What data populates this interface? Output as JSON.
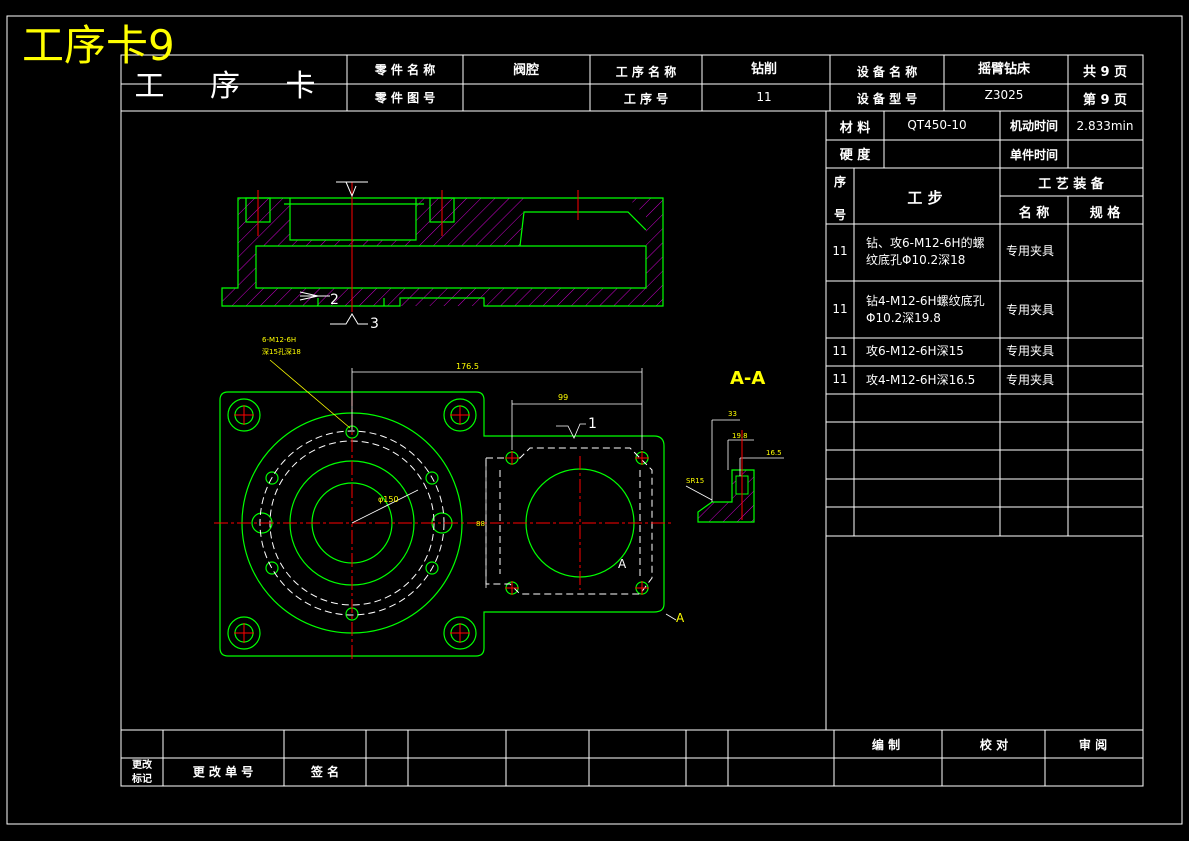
{
  "overlay_title": "工序卡9",
  "header": {
    "card_title": "工 序 卡",
    "part_name_label": "零 件 名 称",
    "part_name": "阀腔",
    "part_drawing_label": "零 件 图 号",
    "part_drawing": "",
    "process_name_label": "工 序 名 称",
    "process_name": "钻削",
    "process_no_label": "工    序    号",
    "process_no": "11",
    "equipment_name_label": "设 备 名 称",
    "equipment_name": "摇臂钻床",
    "equipment_model_label": "设 备 型 号",
    "equipment_model": "Z3025",
    "total_pages": "共 9 页",
    "page_no": "第 9 页"
  },
  "material": {
    "material_label": "材  料",
    "material_value": "QT450-10",
    "machine_time_label": "机动时间",
    "machine_time_value": "2.833min",
    "hardness_label": "硬  度",
    "hardness_value": "",
    "unit_time_label": "单件时间",
    "unit_time_value": ""
  },
  "steps": {
    "seq_label_1": "序",
    "seq_label_2": "号",
    "step_label": "工    步",
    "equip_label": "工 艺 装 备",
    "name_label": "名  称",
    "spec_label": "规  格",
    "rows": [
      {
        "seq": "11",
        "lines": [
          "钻、攻6-M12-6H的螺",
          "纹底孔Φ10.2深18"
        ],
        "tool": "专用夹具"
      },
      {
        "seq": "11",
        "lines": [
          "钻4-M12-6H螺纹底孔",
          "Φ10.2深19.8"
        ],
        "tool": "专用夹具"
      },
      {
        "seq": "11",
        "lines": [
          "攻6-M12-6H深15"
        ],
        "tool": "专用夹具"
      },
      {
        "seq": "11",
        "lines": [
          "攻4-M12-6H深16.5"
        ],
        "tool": "专用夹具"
      }
    ]
  },
  "footer": {
    "change_mark_1": "更改",
    "change_mark_2": "标记",
    "change_doc": "更 改 单 号",
    "signature": "签  名",
    "compile": "编    制",
    "check": "校    对",
    "review": "审    阅"
  },
  "drawing": {
    "section_label": "A-A",
    "dim_176": "176.5",
    "dim_99": "99",
    "dim_33": "33",
    "dim_19_8": "19.8",
    "dim_16_5": "16.5",
    "dim_sr15": "SR15",
    "dim_dia": "φ150",
    "dim_side": "88",
    "callout_1": "6-M12-6H",
    "callout_2": "深15孔深18",
    "mark_1": "1",
    "mark_2": "2",
    "mark_3": "3",
    "mark_a": "A"
  },
  "colors": {
    "outline": "#00ff00",
    "centerline": "#ff0000",
    "hatch": "#cc00cc",
    "dimension": "#ffff00",
    "text": "#ffffff",
    "frame": "#ffffff"
  }
}
